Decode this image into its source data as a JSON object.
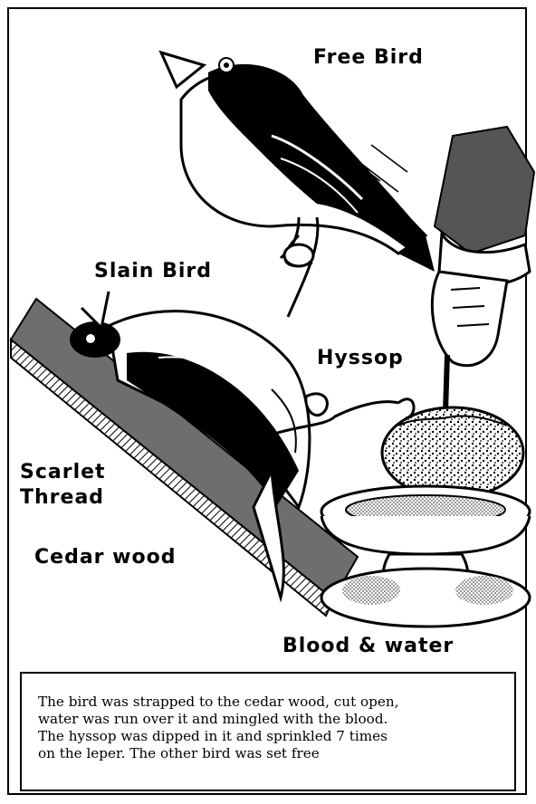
{
  "labels": {
    "free_bird": "Free Bird",
    "slain_bird": "Slain Bird",
    "hyssop": "Hyssop",
    "scarlet_thread": "Scarlet\nThread",
    "cedar_wood": "Cedar wood",
    "blood_water": "Blood & water"
  },
  "caption": "The bird was strapped to the cedar wood, cut open,\nwater was run over it and mingled with the blood.\nThe hyssop was dipped in it and sprinkled 7 times\non the leper.  The other bird was set free",
  "colors": {
    "ink": "#000000",
    "paper": "#ffffff"
  }
}
